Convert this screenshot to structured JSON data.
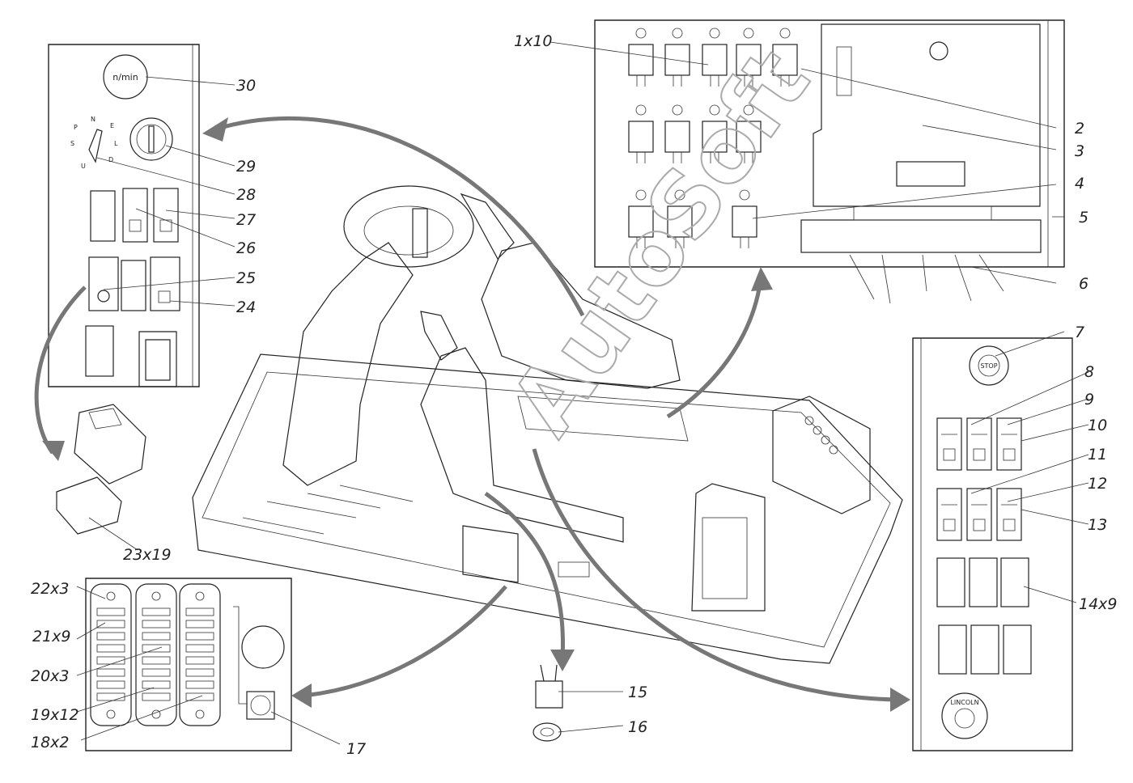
{
  "callouts": [
    {
      "id": "c30",
      "text": "30"
    },
    {
      "id": "c29",
      "text": "29"
    },
    {
      "id": "c28",
      "text": "28"
    },
    {
      "id": "c27",
      "text": "27"
    },
    {
      "id": "c26",
      "text": "26"
    },
    {
      "id": "c25",
      "text": "25"
    },
    {
      "id": "c24",
      "text": "24"
    },
    {
      "id": "c23",
      "text": "23x19"
    },
    {
      "id": "c22",
      "text": "22x3"
    },
    {
      "id": "c21",
      "text": "21x9"
    },
    {
      "id": "c20",
      "text": "20x3"
    },
    {
      "id": "c19",
      "text": "19x12"
    },
    {
      "id": "c18",
      "text": "18x2"
    },
    {
      "id": "c17",
      "text": "17"
    },
    {
      "id": "c15",
      "text": "15"
    },
    {
      "id": "c16",
      "text": "16"
    },
    {
      "id": "c1",
      "text": "1x10"
    },
    {
      "id": "c2",
      "text": "2"
    },
    {
      "id": "c3",
      "text": "3"
    },
    {
      "id": "c4",
      "text": "4"
    },
    {
      "id": "c5",
      "text": "5"
    },
    {
      "id": "c6",
      "text": "6"
    },
    {
      "id": "c7",
      "text": "7"
    },
    {
      "id": "c8",
      "text": "8"
    },
    {
      "id": "c9",
      "text": "9"
    },
    {
      "id": "c10",
      "text": "10"
    },
    {
      "id": "c11",
      "text": "11"
    },
    {
      "id": "c12",
      "text": "12"
    },
    {
      "id": "c13",
      "text": "13"
    },
    {
      "id": "c14",
      "text": "14x9"
    }
  ],
  "labels": {
    "tachometer": "n/min",
    "stop_button": "STOP",
    "lincoln_button": "LINCOLN",
    "gear_n": "N",
    "gear_p": "P",
    "gear_e": "E",
    "gear_s": "S",
    "gear_l": "L",
    "gear_u": "U",
    "gear_d": "D"
  },
  "watermark": "AutoSoft"
}
